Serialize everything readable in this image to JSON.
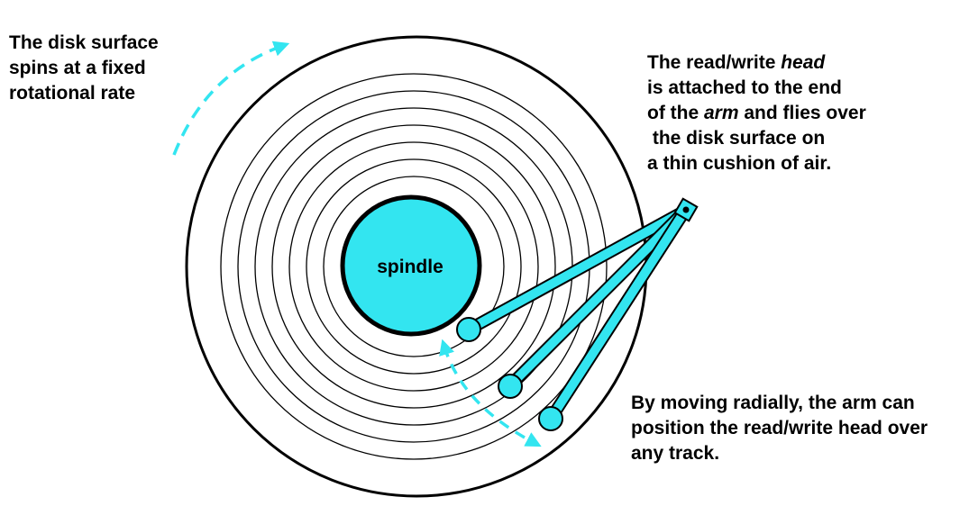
{
  "colors": {
    "accent": "#33e5f0",
    "outline": "#000000",
    "background": "#ffffff"
  },
  "spindle_label": "spindle",
  "captions": {
    "spin": [
      "The disk surface",
      "spins at a fixed",
      "rotational rate"
    ],
    "head": {
      "line1_pre": "The read/write ",
      "line1_em": "head",
      "line2": "is attached to the end",
      "line3_pre": "of the ",
      "line3_em": "arm",
      "line3_post": " and flies over",
      "line4": " the disk surface on",
      "line5": "a thin cushion of air."
    },
    "radial": [
      "By moving radially, the arm can",
      "position the read/write head over",
      "any track."
    ]
  }
}
